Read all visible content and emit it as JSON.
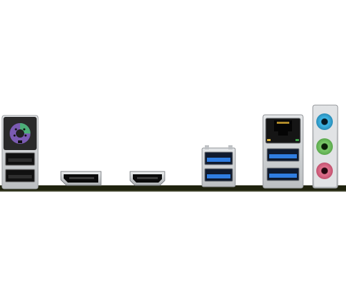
{
  "scene": {
    "subject": "motherboard-rear-io-panel",
    "ports": [
      {
        "kind": "ps2-combo",
        "color": "#7b5bb3"
      },
      {
        "kind": "usb-2.0-stack",
        "count": 2,
        "color": "#1c1c1c"
      },
      {
        "kind": "displayport"
      },
      {
        "kind": "hdmi"
      },
      {
        "kind": "usb-3.0-stack",
        "count": 2,
        "color": "#2f7de1"
      },
      {
        "kind": "rj45-lan"
      },
      {
        "kind": "usb-3.0-stack",
        "count": 2,
        "color": "#2f7de1"
      },
      {
        "kind": "audio-jack",
        "color": "#3fb8e8"
      },
      {
        "kind": "audio-jack",
        "color": "#7cc96a"
      },
      {
        "kind": "audio-jack",
        "color": "#e3738f"
      }
    ],
    "colors": {
      "pcb": "#20230f",
      "shield": "#d4d6d8",
      "usb3_blue": "#2f7de1",
      "usb2_black": "#1c1c1c",
      "ps2_purple": "#7b5bb3",
      "ps2_green": "#4caf78",
      "audio_blue": "#3fb8e8",
      "audio_green": "#7cc96a",
      "audio_pink": "#e3738f"
    }
  }
}
